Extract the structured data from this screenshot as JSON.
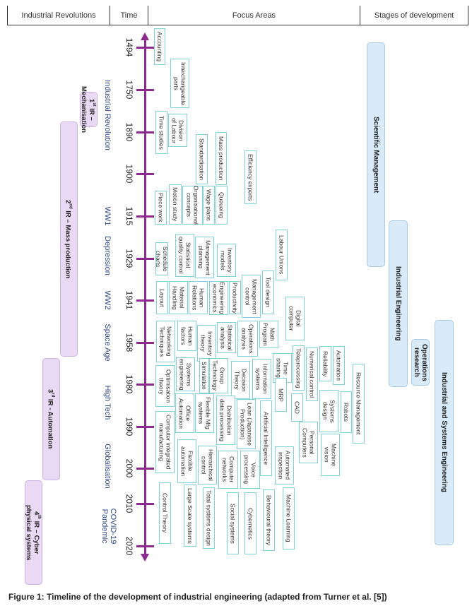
{
  "header": {
    "industrial_revolutions": "Industrial Revolutions",
    "time": "Time",
    "focus_areas": "Focus Areas",
    "stages": "Stages of development"
  },
  "years": [
    "1494",
    "1750",
    "1890",
    "1900",
    "1915",
    "1929",
    "1941",
    "1958",
    "1980",
    "1990",
    "2000",
    "2010",
    "2020"
  ],
  "eras": [
    "Industrial Revolution",
    "WW1",
    "Depression",
    "WW2",
    "Space Age",
    "High Tech",
    "Globalisation",
    "COVID-19\nPandemic"
  ],
  "revolutions": [
    {
      "num": "1",
      "sup": "st",
      "rest": " IR –",
      "line2": "Mechanisation"
    },
    {
      "num": "2",
      "sup": "nd",
      "rest": " IR – Mass production",
      "line2": ""
    },
    {
      "num": "3",
      "sup": "rd",
      "rest": " IR - Automation",
      "line2": ""
    },
    {
      "num": "4",
      "sup": "th",
      "rest": " IR – Cyber",
      "line2": "physical systems"
    }
  ],
  "stages": [
    "Scientific Management",
    "Industrial Engineering",
    "Operations research",
    "Industrial and Systems Engineering"
  ],
  "focus_areas": [
    "Accounting",
    "Interchangeable\nparts",
    "Time studies",
    "Division\nof Labour",
    "Standardisation",
    "Mass production",
    "Efficiency experts",
    "Piece work",
    "Motion study",
    "Organisational\nconcepts",
    "Wage plans",
    "Queueing",
    "Labour Unions",
    "Schedule\ncharts",
    "Statistical\nquality control",
    "Management\nplanning",
    "Inventory\nmodels",
    "Tool design",
    "Management\ncontrol",
    "Productivity",
    "Engineering\neconomics",
    "Human\nRelations",
    "Material\nHandling",
    "Layout",
    "Digital\ncomputer",
    "Math\nProgram",
    "Operations\nanalysis",
    "Statistical\nanalysis",
    "Inventory\ntheory",
    "Human\nfactors",
    "Networking\nTechniques",
    "Teleprocessing",
    "Numerical control",
    "Reliability",
    "Automation",
    "Resource Management",
    "Time\nsharing",
    "Information\nsystems",
    "Decision\nTheory",
    "Group\nTechnology",
    "Simulation",
    "Systems\nengineering",
    "Optimisation\ntheory",
    "MRP",
    "CAD",
    "Systems\ndesign",
    "Robots",
    "Personal\nComputers",
    "Machine\nvision",
    "Artificial Intelligence",
    "Lean (Japanese\nProduction)",
    "Distribution\ndata processing",
    "Flexible Mfg\nsystems",
    "Office\nAutomation",
    "Computer integrated\nmanufacturing",
    "Automated\ninspection",
    "Voice\nprocessing",
    "Computer\nnetworks",
    "Hierarchical\ncontrol",
    "Flexible\nautomation",
    "Machine Learning",
    "Behavioural theory",
    "Cybernetics",
    "Social systems",
    "Total systems design",
    "Large Scale systems",
    "Control Theory"
  ],
  "caption": "Figure 1: Timeline of the development of industrial engineering (adapted from Turner et al. [5])",
  "colors": {
    "axis": "#8b2a8f",
    "box_border": "#7fd3d6",
    "revolution_fill": "#ead9f4",
    "stage_fill": "#d9ebf8",
    "era_text": "#2e4a8a"
  }
}
